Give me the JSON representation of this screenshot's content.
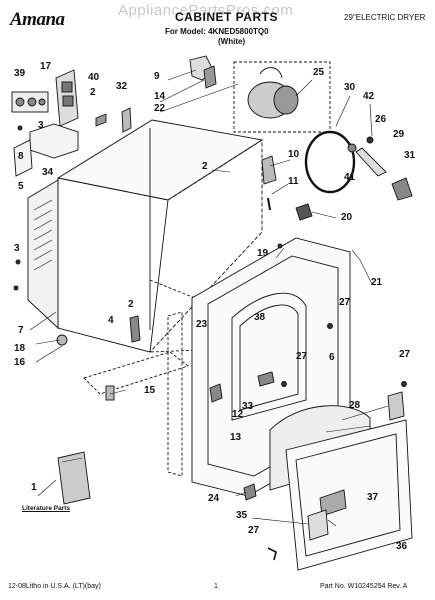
{
  "header": {
    "brand": "Amana",
    "title": "CABINET PARTS",
    "model_line": "For Model: 4KNED5800TQ0",
    "color_line": "(White)",
    "dryer_type": "29\"ELECTRIC DRYER",
    "watermark": "AppliancePartsPros.com"
  },
  "literature": {
    "label": "Literature Parts"
  },
  "footer": {
    "left": "12-08Litho in U.S.A. (LT)(bay)",
    "page": "1",
    "part_no": "Part No. W10245254 Rev. A"
  },
  "callouts": {
    "c1": "1",
    "c2a": "2",
    "c2b": "2",
    "c2c": "2",
    "c3a": "3",
    "c3b": "3",
    "c4": "4",
    "c5": "5",
    "c6": "6",
    "c7": "7",
    "c8": "8",
    "c9": "9",
    "c10": "10",
    "c11": "11",
    "c12": "12",
    "c13": "13",
    "c14": "14",
    "c15": "15",
    "c16": "16",
    "c17": "17",
    "c18": "18",
    "c19": "19",
    "c20": "20",
    "c21": "21",
    "c22": "22",
    "c23": "23",
    "c24": "24",
    "c25": "25",
    "c26": "26",
    "c27a": "27",
    "c27b": "27",
    "c27c": "27",
    "c27d": "27",
    "c28": "28",
    "c29": "29",
    "c30": "30",
    "c31": "31",
    "c32": "32",
    "c33": "33",
    "c34": "34",
    "c35": "35",
    "c36": "36",
    "c37": "37",
    "c38": "38",
    "c39": "39",
    "c40": "40",
    "c41": "41",
    "c42": "42"
  }
}
